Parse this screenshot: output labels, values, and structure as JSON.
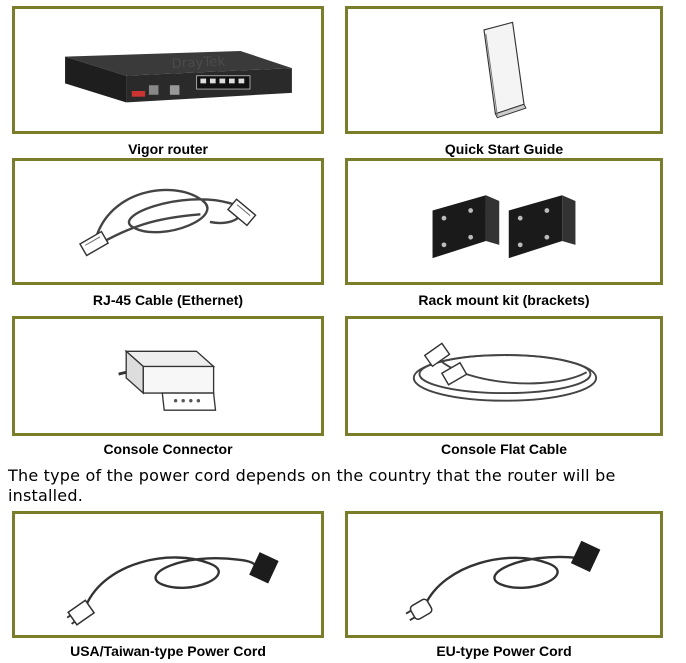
{
  "items": [
    {
      "label": "Vigor router",
      "icon": "router-icon"
    },
    {
      "label": "Quick Start Guide",
      "icon": "booklet-icon"
    },
    {
      "label": "RJ-45 Cable (Ethernet)",
      "icon": "ethernet-cable-icon"
    },
    {
      "label": "Rack mount kit (brackets)",
      "icon": "rack-bracket-icon"
    },
    {
      "label": "Console Connector",
      "icon": "console-connector-icon"
    },
    {
      "label": "Console Flat Cable",
      "icon": "flat-cable-icon"
    },
    {
      "label": "USA/Taiwan-type Power Cord",
      "icon": "us-power-cord-icon"
    },
    {
      "label": "EU-type Power Cord",
      "icon": "eu-power-cord-icon"
    }
  ],
  "power_note": "The type of the power cord depends on the country that the router will be installed.",
  "colors": {
    "frame": "#7a7d2a"
  }
}
